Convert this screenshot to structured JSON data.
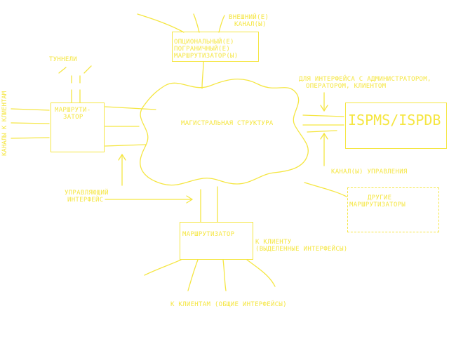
{
  "colors": {
    "stroke": "#f5e642",
    "background": "#ffffff"
  },
  "labels": {
    "external_channels": [
      "ВНЕШНИЙ(Е)",
      "КАНАЛ(Ы)"
    ],
    "border_routers": [
      "ОПЦИОНАЛЬНЫЙ(Е)",
      "ПОГРАНИЧНЫЙ(Е)",
      "МАРШРУТИЗАТОР(Ы)"
    ],
    "tunnels": "ТУННЕЛИ",
    "client_channels": "КАНАЛЫ К КЛИЕНТАМ",
    "router_left": [
      "МАРШРУТИ-",
      "ЗАТОР"
    ],
    "backbone": "МАГИСТРАЛЬНАЯ СТРУКТУРА",
    "admin_interface": [
      "ДЛЯ ИНТЕРФЕЙСА С АДМИНИСТРАТОРОМ,",
      "ОПЕРАТОРОМ, КЛИЕНТОМ"
    ],
    "ispms": "ISPMS/ISPDB",
    "control_channels": "КАНАЛ(Ы) УПРАВЛЕНИЯ",
    "other_routers": [
      "ДРУГИЕ",
      "МАРШРУТИЗАТОРЫ"
    ],
    "control_interface": [
      "УПРАВЛЯЮЩИЙ",
      "ИНТЕРФЕЙС"
    ],
    "router_bottom": "МАРШРУТИЗАТОР",
    "to_client_dedicated": [
      "К КЛИЕНТУ",
      "(ВЫДЕЛЕННЫЕ ИНТЕРФЕЙСЫ)"
    ],
    "to_clients_shared": "К КЛИЕНТАМ (ОБЩИЕ ИНТЕРФЕЙСЫ)"
  }
}
